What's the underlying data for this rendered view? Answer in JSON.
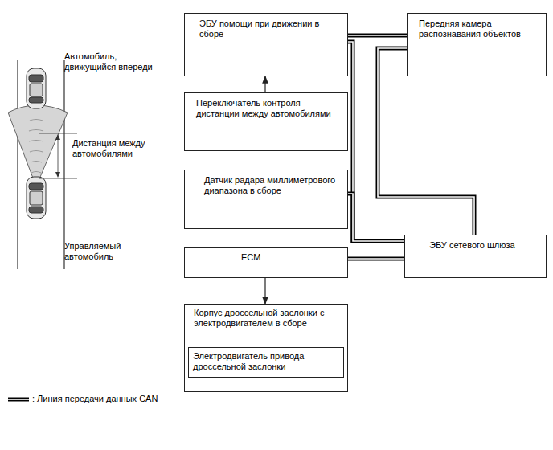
{
  "diagram": {
    "nodes": [
      {
        "text": [
          "ЭБУ помощи при движении в сборе"
        ]
      },
      {
        "text": [
          "Передняя камера распознавания объектов"
        ]
      },
      {
        "text": [
          "Переключатель контроля дистанции между автомобилями"
        ]
      },
      {
        "text": [
          "Датчик радара миллиметрового диапазона в сборе"
        ]
      },
      {
        "text": [
          "ЭБУ сетевого шлюза"
        ]
      },
      {
        "text": [
          "ECM"
        ]
      },
      {
        "text": [
          "Корпус дроссельной заслонки с электродвигателем в сборе"
        ]
      },
      {
        "text": [
          "Электродвигатель привода дроссельной заслонки"
        ],
        "in": 6
      }
    ],
    "edges": [
      {
        "from": 2,
        "to": 0,
        "arrow": "to"
      },
      {
        "from": 5,
        "to": 6,
        "arrow": "to"
      },
      {
        "from": 0,
        "to": 1,
        "arrow": "none"
      },
      {
        "from": 1,
        "to": 4,
        "arrow": "none"
      },
      {
        "from": 0,
        "to": 4,
        "arrow": "none"
      },
      {
        "from": 3,
        "to": 4,
        "arrow": "none"
      },
      {
        "from": 5,
        "to": 4,
        "arrow": "none"
      }
    ],
    "labels": [
      "Автомобиль, движущийся впереди",
      "Дистанция между автомобилями",
      "Управляемый автомобиль"
    ],
    "legend": [
      {
        "text": ": Линия передачи данных CAN"
      }
    ]
  }
}
